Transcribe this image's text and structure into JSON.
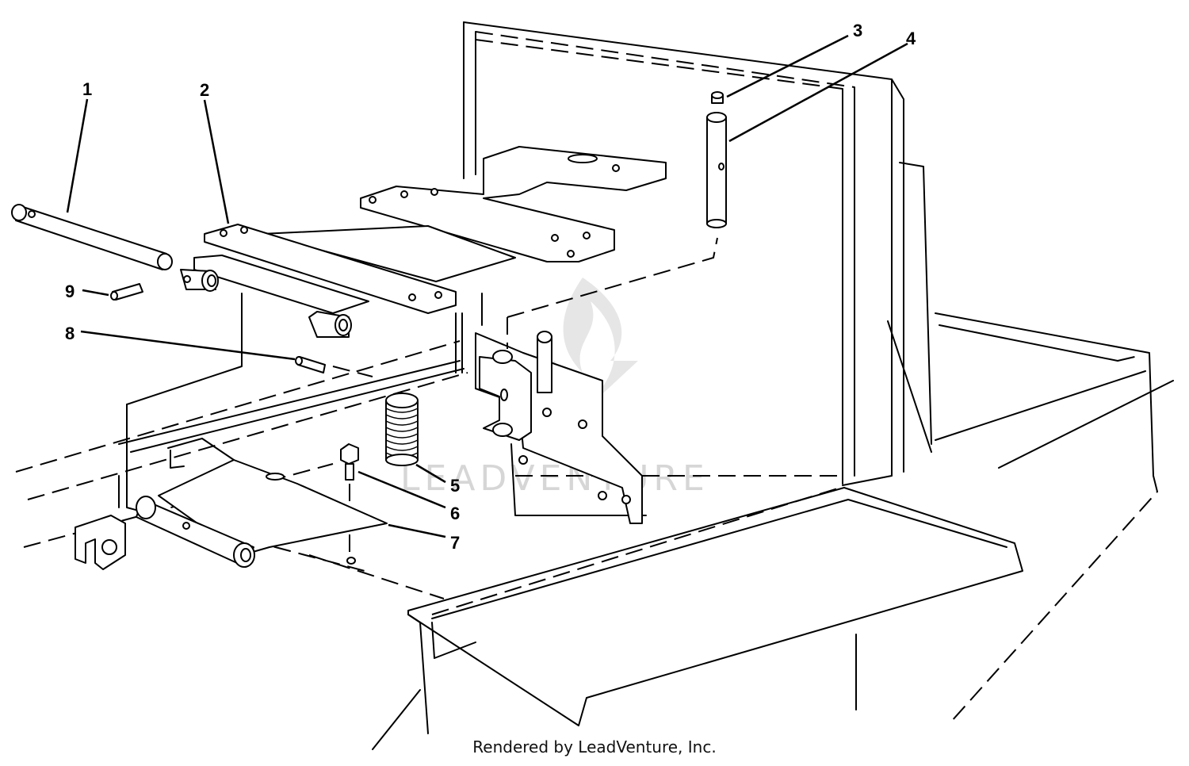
{
  "watermark": "LEADVENTURE",
  "footer": "Rendered by LeadVenture, Inc.",
  "callouts": [
    {
      "label": "1"
    },
    {
      "label": "2"
    },
    {
      "label": "3"
    },
    {
      "label": "4"
    },
    {
      "label": "5"
    },
    {
      "label": "6"
    },
    {
      "label": "7"
    },
    {
      "label": "8"
    },
    {
      "label": "9"
    }
  ]
}
